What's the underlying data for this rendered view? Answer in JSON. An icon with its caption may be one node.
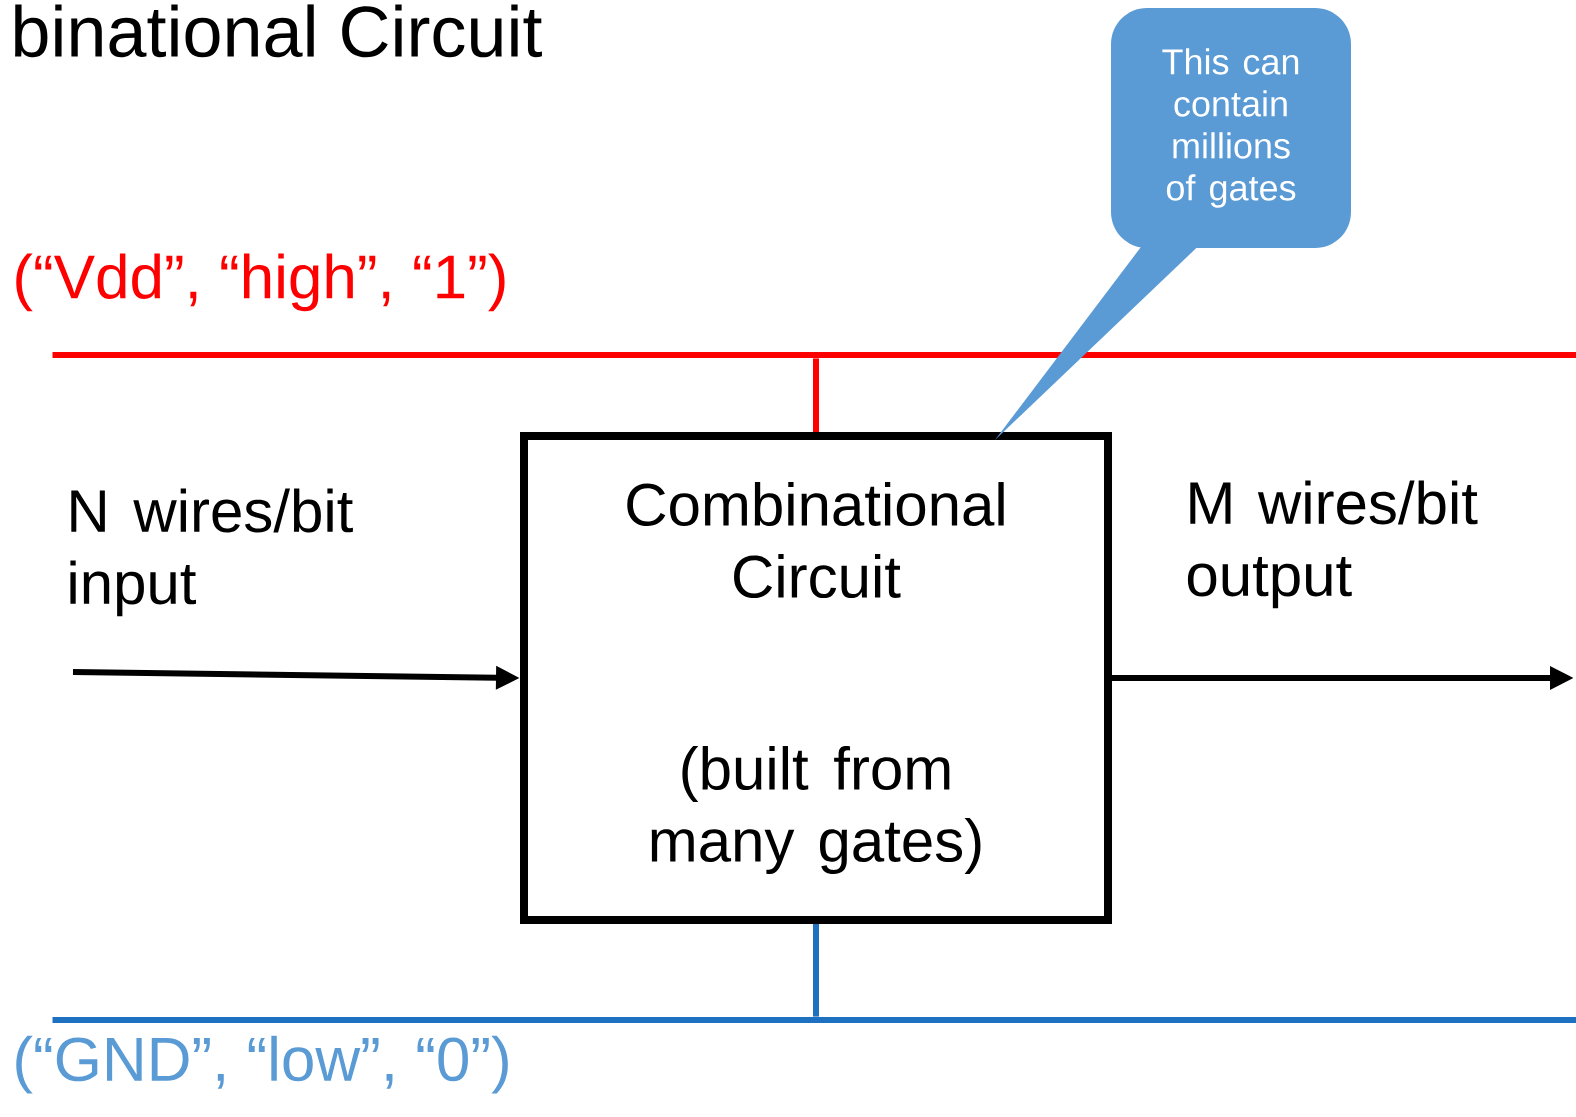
{
  "diagram": {
    "title": "binational Circuit",
    "nodes": [
      {
        "text": [
          "(“Vdd”, “high”, “1”)"
        ]
      },
      {
        "text": [
          "Combinational Circuit",
          "(built from many gates)"
        ]
      },
      {
        "text": [
          "(“GND”, “low”, “0”)"
        ]
      },
      {
        "text": [
          "This can contain millions of gates"
        ]
      }
    ],
    "edges": [
      {
        "from": null,
        "to": 1,
        "arrow": "to",
        "label": "N wires/bit input"
      },
      {
        "from": 1,
        "to": null,
        "arrow": "to",
        "label": "M wires/bit output"
      },
      {
        "from": 1,
        "to": 0,
        "arrow": "none",
        "color": "#ff0000"
      },
      {
        "from": 1,
        "to": 2,
        "arrow": "none",
        "color": "#1e70c0"
      }
    ]
  }
}
